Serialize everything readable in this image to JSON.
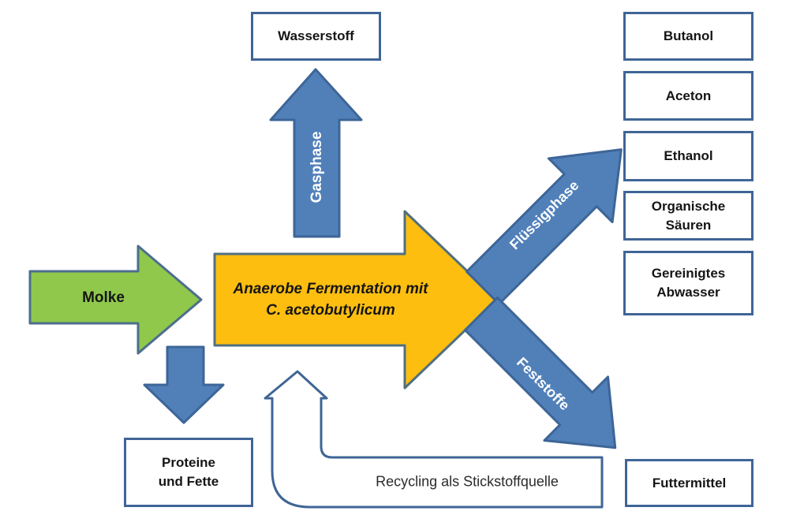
{
  "diagram": {
    "boxes": {
      "wasserstoff": "Wasserstoff",
      "butanol": "Butanol",
      "aceton": "Aceton",
      "ethanol": "Ethanol",
      "organische_saeuren": "Organische\nSäuren",
      "gereinigtes_abwasser": "Gereinigtes\nAbwasser",
      "futtermittel": "Futtermittel",
      "proteine_und_fette": "Proteine\nund Fette"
    },
    "arrow_labels": {
      "molke": "Molke",
      "gasphase": "Gasphase",
      "fluessigphase": "Flüssigphase",
      "feststoffe": "Feststoffe",
      "fermentation": "Anaerobe Fermentation mit\nC. acetobutylicum",
      "recycling": "Recycling als  Stickstoffquelle"
    },
    "colors": {
      "blue_fill": "#5180B9",
      "blue_stroke": "#3D6597",
      "green_fill": "#90C84C",
      "green_stroke": "#4C6E8E",
      "orange_fill": "#FDBE10",
      "orange_stroke": "#50707F",
      "box_border": "#3F6596",
      "white": "#FFFFFF"
    }
  }
}
